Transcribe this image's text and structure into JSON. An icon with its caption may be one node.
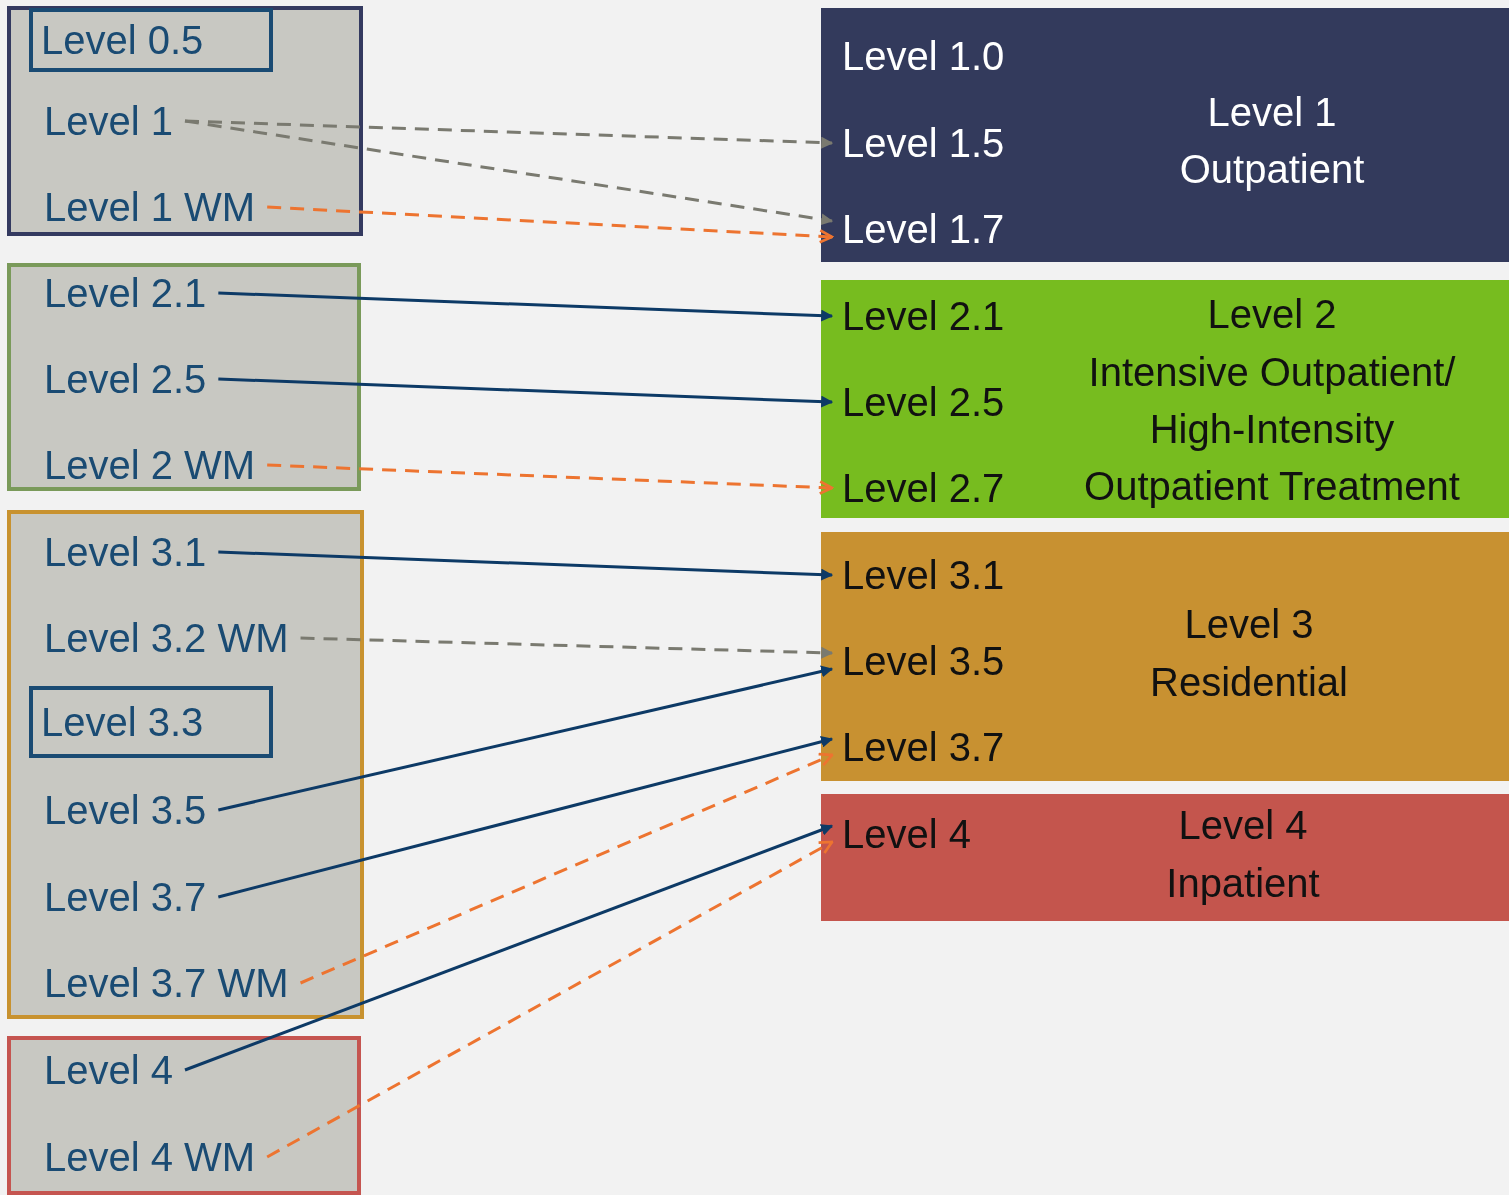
{
  "diagram": {
    "nodes": [
      {
        "text": [],
        "shape": "box"
      },
      {
        "text": [
          "Level 0.5"
        ],
        "in": 0
      },
      {
        "text": [
          "Level 1"
        ],
        "in": 0
      },
      {
        "text": [
          "Level 1 WM"
        ],
        "in": 0
      },
      {
        "text": [],
        "shape": "box"
      },
      {
        "text": [
          "Level 2.1"
        ],
        "in": 4
      },
      {
        "text": [
          "Level 2.5"
        ],
        "in": 4
      },
      {
        "text": [
          "Level 2 WM"
        ],
        "in": 4
      },
      {
        "text": [],
        "shape": "box"
      },
      {
        "text": [
          "Level 3.1"
        ],
        "in": 8
      },
      {
        "text": [
          "Level 3.2 WM"
        ],
        "in": 8
      },
      {
        "text": [
          "Level 3.3"
        ],
        "in": 8
      },
      {
        "text": [
          "Level 3.5"
        ],
        "in": 8
      },
      {
        "text": [
          "Level 3.7"
        ],
        "in": 8
      },
      {
        "text": [
          "Level 3.7 WM"
        ],
        "in": 8
      },
      {
        "text": [],
        "shape": "box"
      },
      {
        "text": [
          "Level 4"
        ],
        "in": 15
      },
      {
        "text": [
          "Level 4 WM"
        ],
        "in": 15
      },
      {
        "text": [
          "Level 1",
          "Outpatient"
        ]
      },
      {
        "text": [
          "Level 1.0"
        ],
        "in": 18
      },
      {
        "text": [
          "Level 1.5"
        ],
        "in": 18
      },
      {
        "text": [
          "Level 1.7"
        ],
        "in": 18
      },
      {
        "text": [
          "Level 2",
          "Intensive Outpatient/ High-Intensity Outpatient Treatment"
        ]
      },
      {
        "text": [
          "Level 2.1"
        ],
        "in": 22
      },
      {
        "text": [
          "Level 2.5"
        ],
        "in": 22
      },
      {
        "text": [
          "Level 2.7"
        ],
        "in": 22
      },
      {
        "text": [
          "Level 3",
          "Residential"
        ]
      },
      {
        "text": [
          "Level 3.1"
        ],
        "in": 26
      },
      {
        "text": [
          "Level 3.5"
        ],
        "in": 26
      },
      {
        "text": [
          "Level 3.7"
        ],
        "in": 26
      },
      {
        "text": [
          "Level 4",
          "Inpatient"
        ]
      },
      {
        "text": [
          "Level 4"
        ],
        "in": 30
      }
    ],
    "edges": [
      {
        "from": 2,
        "to": 20,
        "arrow": "to",
        "style": "dashed",
        "color": "#7a7a70"
      },
      {
        "from": 2,
        "to": 21,
        "arrow": "to",
        "style": "dashed",
        "color": "#7a7a70"
      },
      {
        "from": 3,
        "to": 21,
        "arrow": "to",
        "style": "dashed",
        "color": "#ed7430"
      },
      {
        "from": 5,
        "to": 23,
        "arrow": "to"
      },
      {
        "from": 6,
        "to": 24,
        "arrow": "to"
      },
      {
        "from": 7,
        "to": 25,
        "arrow": "to",
        "style": "dashed",
        "color": "#ed7430"
      },
      {
        "from": 9,
        "to": 27,
        "arrow": "to"
      },
      {
        "from": 10,
        "to": 28,
        "arrow": "to",
        "style": "dashed",
        "color": "#7a7a70"
      },
      {
        "from": 12,
        "to": 28,
        "arrow": "to"
      },
      {
        "from": 13,
        "to": 29,
        "arrow": "to"
      },
      {
        "from": 14,
        "to": 29,
        "arrow": "to",
        "style": "dashed",
        "color": "#ed7430"
      },
      {
        "from": 16,
        "to": 31,
        "arrow": "to"
      },
      {
        "from": 17,
        "to": 31,
        "arrow": "to",
        "style": "dashed",
        "color": "#ed7430"
      }
    ]
  }
}
